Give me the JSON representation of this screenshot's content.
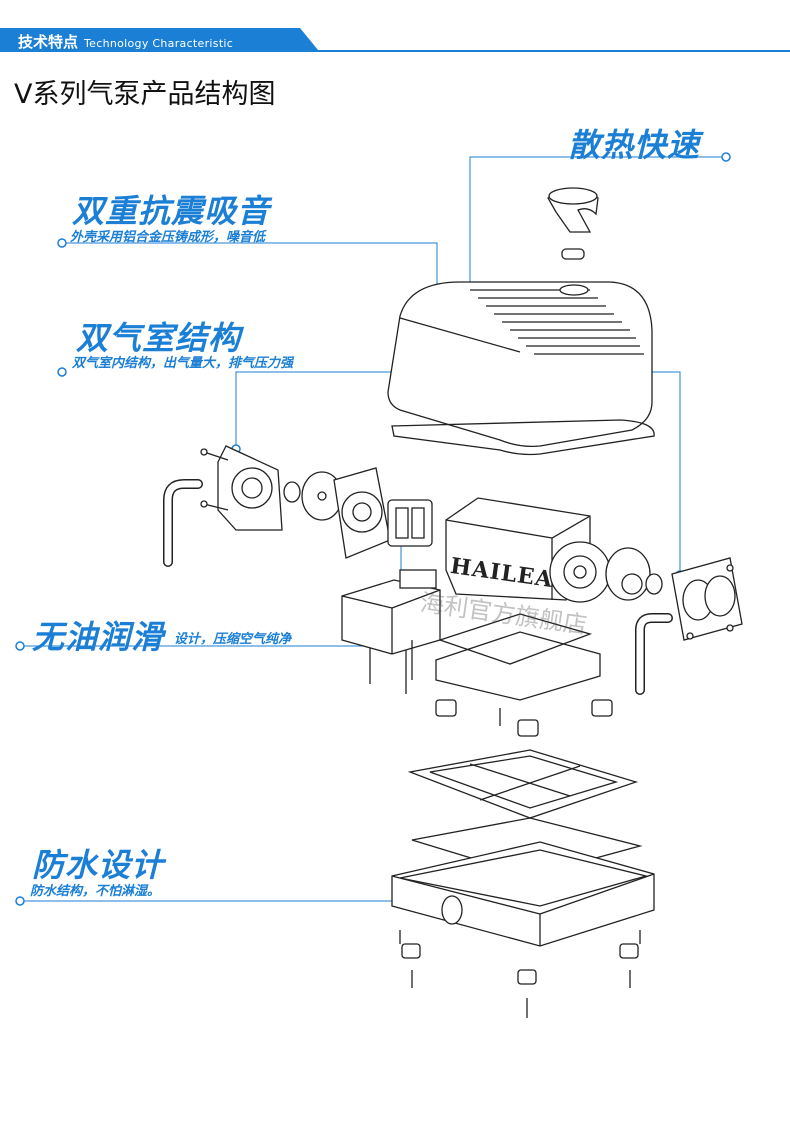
{
  "header": {
    "title_cn": "技术特点",
    "title_en": "Technology Characteristic",
    "bar_color": "#1b7fd6"
  },
  "page_title": "V系列气泵产品结构图",
  "features": [
    {
      "title": "散热快速",
      "desc": ""
    },
    {
      "title": "双重抗震吸音",
      "desc": "外壳采用铝合金压铸成形，噪音低"
    },
    {
      "title": "双气室结构",
      "desc": "双气室内结构，出气量大，排气压力强"
    },
    {
      "title": "无油润滑",
      "desc": "设计，压缩空气纯净"
    },
    {
      "title": "防水设计",
      "desc": "防水结构，不怕淋湿。"
    }
  ],
  "brand_mark": "HAILEA",
  "watermark": "海利官方旗舰店",
  "accent_color": "#1b7fd6"
}
